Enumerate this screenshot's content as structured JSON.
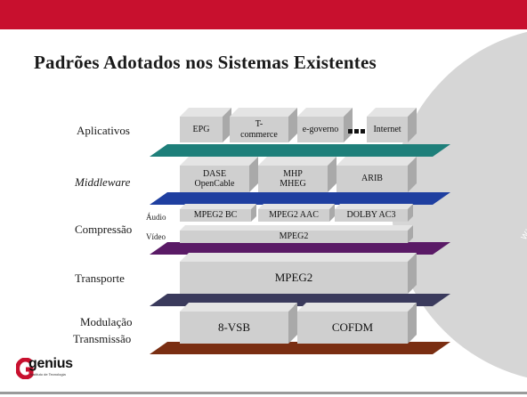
{
  "title": "Padrões Adotados nos Sistemas Existentes",
  "watermark": "WWW.GENIUS.ORG.BR",
  "layers": {
    "aplicativos": "Aplicativos",
    "middleware": "Middleware",
    "compressao": "Compressão",
    "transporte": "Transporte",
    "modulacao": "Modulação",
    "transmissao": "Transmissão"
  },
  "sublabels": {
    "audio": "Áudio",
    "video": "Vídeo"
  },
  "apps": {
    "epg": "EPG",
    "tcommerce_1": "T-",
    "tcommerce_2": "commerce",
    "egoverno": "e-governo",
    "internet": "Internet"
  },
  "middleware": {
    "dase_1": "DASE",
    "dase_2": "OpenCable",
    "mhp_1": "MHP",
    "mhp_2": "MHEG",
    "arib": "ARIB"
  },
  "audio": {
    "bc": "MPEG2 BC",
    "aac": "MPEG2 AAC",
    "ac3": "DOLBY AC3"
  },
  "video": {
    "mpeg2": "MPEG2"
  },
  "transport": {
    "mpeg2": "MPEG2"
  },
  "modulation": {
    "vsb": "8-VSB",
    "cofdm": "COFDM"
  },
  "logo": {
    "name": "genius",
    "tagline": "Instituto de Tecnologia"
  },
  "colors": {
    "topbar": "#c8102e",
    "plate_apps": "#1e7f7a",
    "plate_middleware": "#1f3fa0",
    "plate_compression": "#5a1a66",
    "plate_transport": "#3a3a5c",
    "plate_modulation": "#7a2e12",
    "box_front": "#cfcfcf",
    "box_top": "#e4e4e4",
    "box_side": "#a9a9a9"
  }
}
